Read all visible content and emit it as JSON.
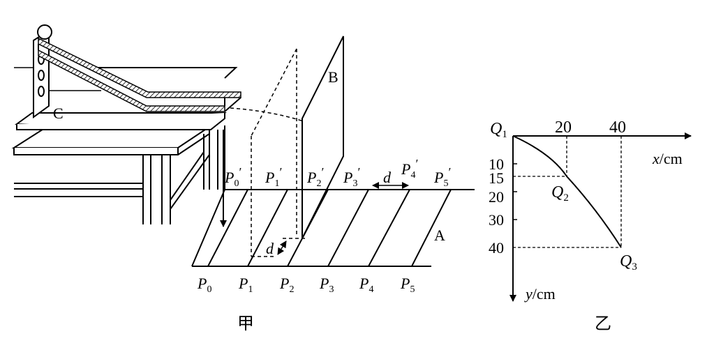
{
  "figure_jia": {
    "caption": "甲",
    "label_b": "B",
    "label_c": "C",
    "label_a": "A",
    "label_d_top": "d",
    "label_d_bottom": "d",
    "rail_points_front": [
      {
        "name": "P",
        "sub": "0"
      },
      {
        "name": "P",
        "sub": "1"
      },
      {
        "name": "P",
        "sub": "2"
      },
      {
        "name": "P",
        "sub": "3"
      },
      {
        "name": "P",
        "sub": "4"
      },
      {
        "name": "P",
        "sub": "5"
      }
    ],
    "rail_points_back": [
      {
        "name": "P",
        "sub": "0",
        "prime": "′"
      },
      {
        "name": "P",
        "sub": "1",
        "prime": "′"
      },
      {
        "name": "P",
        "sub": "2",
        "prime": "′"
      },
      {
        "name": "P",
        "sub": "3",
        "prime": "′"
      },
      {
        "name": "P",
        "sub": "4",
        "prime": "′"
      },
      {
        "name": "P",
        "sub": "5",
        "prime": "′"
      }
    ]
  },
  "figure_yi": {
    "caption": "乙",
    "x_axis_label": "x",
    "x_axis_unit": "/cm",
    "y_axis_label": "y",
    "y_axis_unit": "/cm",
    "x_ticks": [
      "20",
      "40"
    ],
    "y_ticks": [
      "10",
      "15",
      "20",
      "30",
      "40"
    ],
    "points": [
      {
        "name": "Q",
        "sub": "1",
        "x": 0,
        "y": 0
      },
      {
        "name": "Q",
        "sub": "2",
        "x": 20,
        "y": 15
      },
      {
        "name": "Q",
        "sub": "3",
        "x": 40,
        "y": 40
      }
    ]
  }
}
